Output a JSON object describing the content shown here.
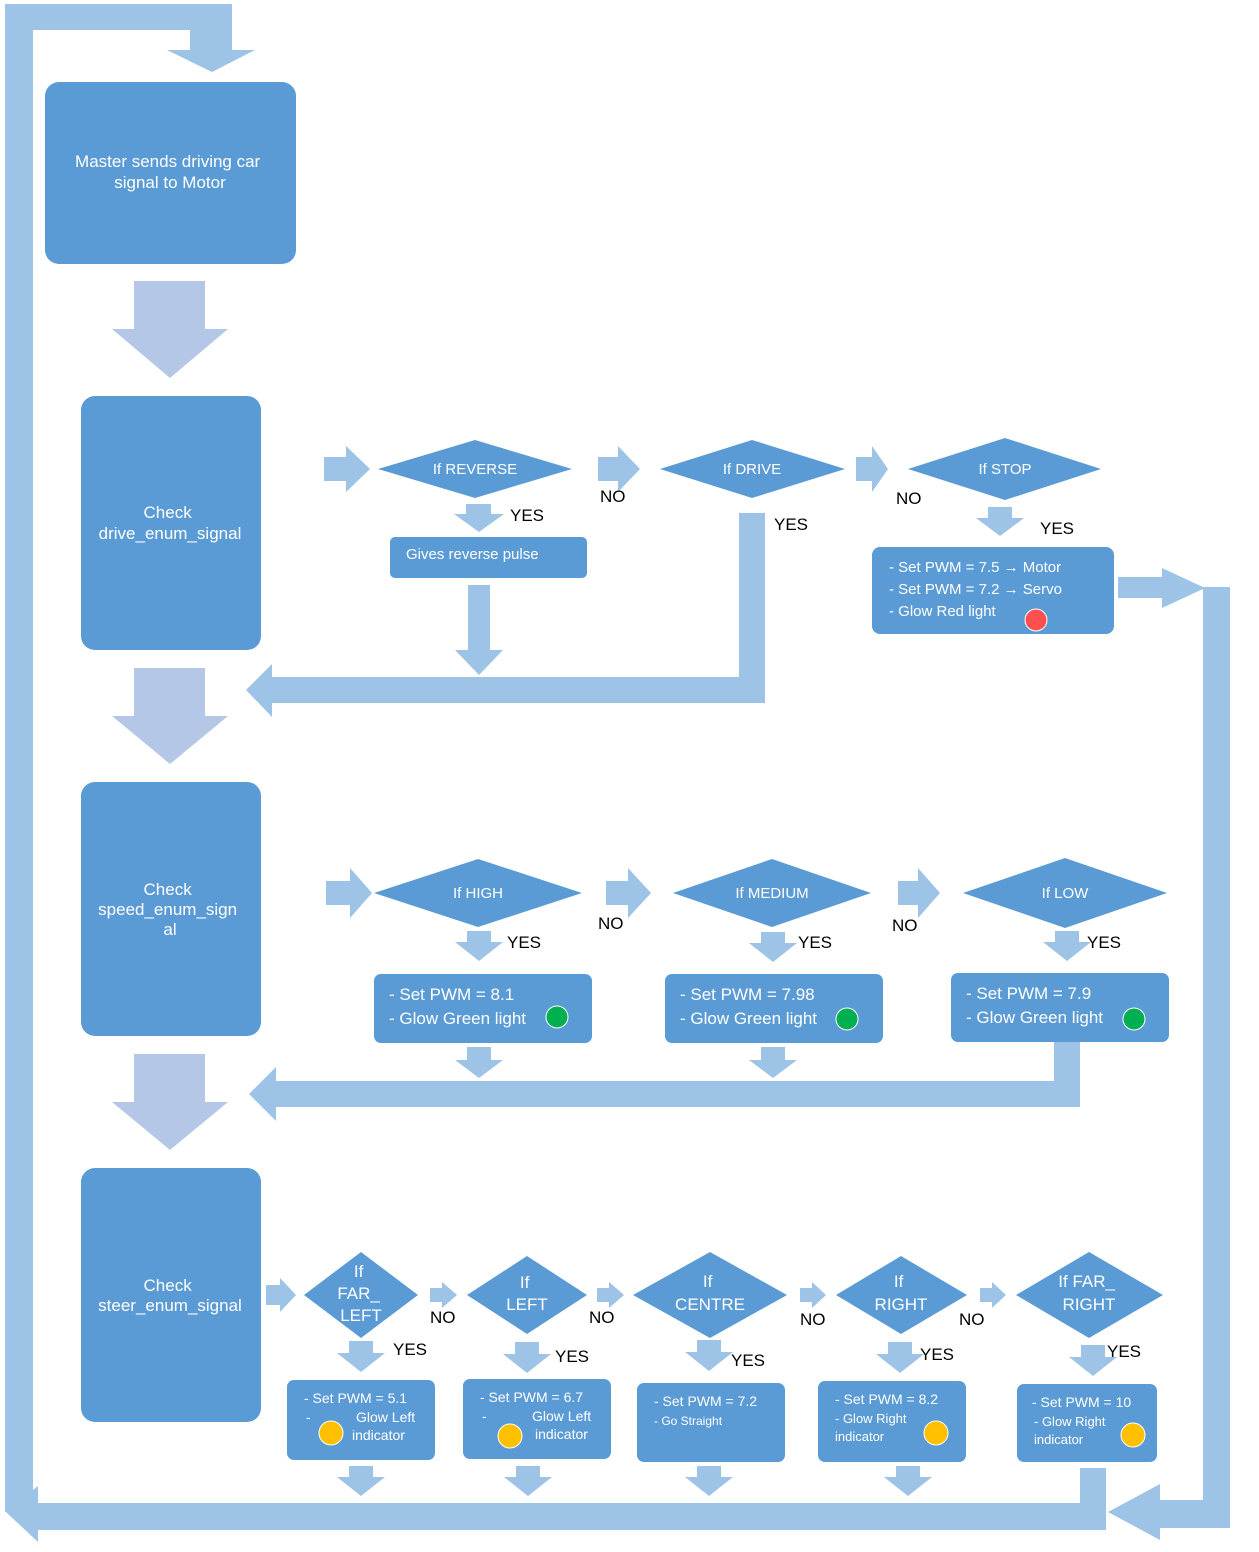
{
  "nodes": {
    "master": [
      "Master sends driving car",
      "signal to Motor"
    ],
    "check_drive": [
      "Check",
      "drive_enum_signal"
    ],
    "check_speed": [
      "Check",
      "speed_enum_sign",
      "al"
    ],
    "check_steer": [
      "Check",
      "steer_enum_signal"
    ]
  },
  "drive": {
    "reverse": "If REVERSE",
    "drive": "If DRIVE",
    "stop": "If STOP",
    "reverse_action": "Gives reverse pulse",
    "stop_action": [
      "- Set PWM = 7.5 → Motor",
      "- Set PWM = 7.2 → Servo",
      "- Glow Red light"
    ]
  },
  "speed": {
    "high": "If HIGH",
    "medium": "If MEDIUM",
    "low": "If LOW",
    "high_action": [
      "- Set PWM = 8.1",
      "- Glow Green light"
    ],
    "medium_action": [
      "- Set PWM = 7.98",
      "- Glow Green light"
    ],
    "low_action": [
      "- Set PWM = 7.9",
      "- Glow Green light"
    ]
  },
  "steer": {
    "far_left": [
      "If",
      "FAR_",
      "LEFT"
    ],
    "left": [
      "If",
      "LEFT"
    ],
    "centre": [
      "If",
      "CENTRE"
    ],
    "right": [
      "If",
      "RIGHT"
    ],
    "far_right": [
      "If FAR_",
      "RIGHT"
    ],
    "far_left_action": [
      "- Set PWM = 5.1",
      "-",
      "Glow Left",
      "indicator"
    ],
    "left_action": [
      "- Set PWM = 6.7",
      "-",
      "Glow Left",
      "indicator"
    ],
    "centre_action": [
      "- Set PWM = 7.2",
      "- Go Straight"
    ],
    "right_action": [
      "- Set PWM = 8.2",
      "- Glow Right",
      "indicator"
    ],
    "far_right_action": [
      "- Set PWM = 10",
      "- Glow Right",
      "indicator"
    ]
  },
  "labels": {
    "yes": "YES",
    "no": "NO"
  },
  "colors": {
    "box": "#5b9bd5",
    "arrow": "#9dc3e6",
    "red_light": "#ff5050",
    "green_light": "#00b050",
    "yellow_light": "#ffc000"
  }
}
